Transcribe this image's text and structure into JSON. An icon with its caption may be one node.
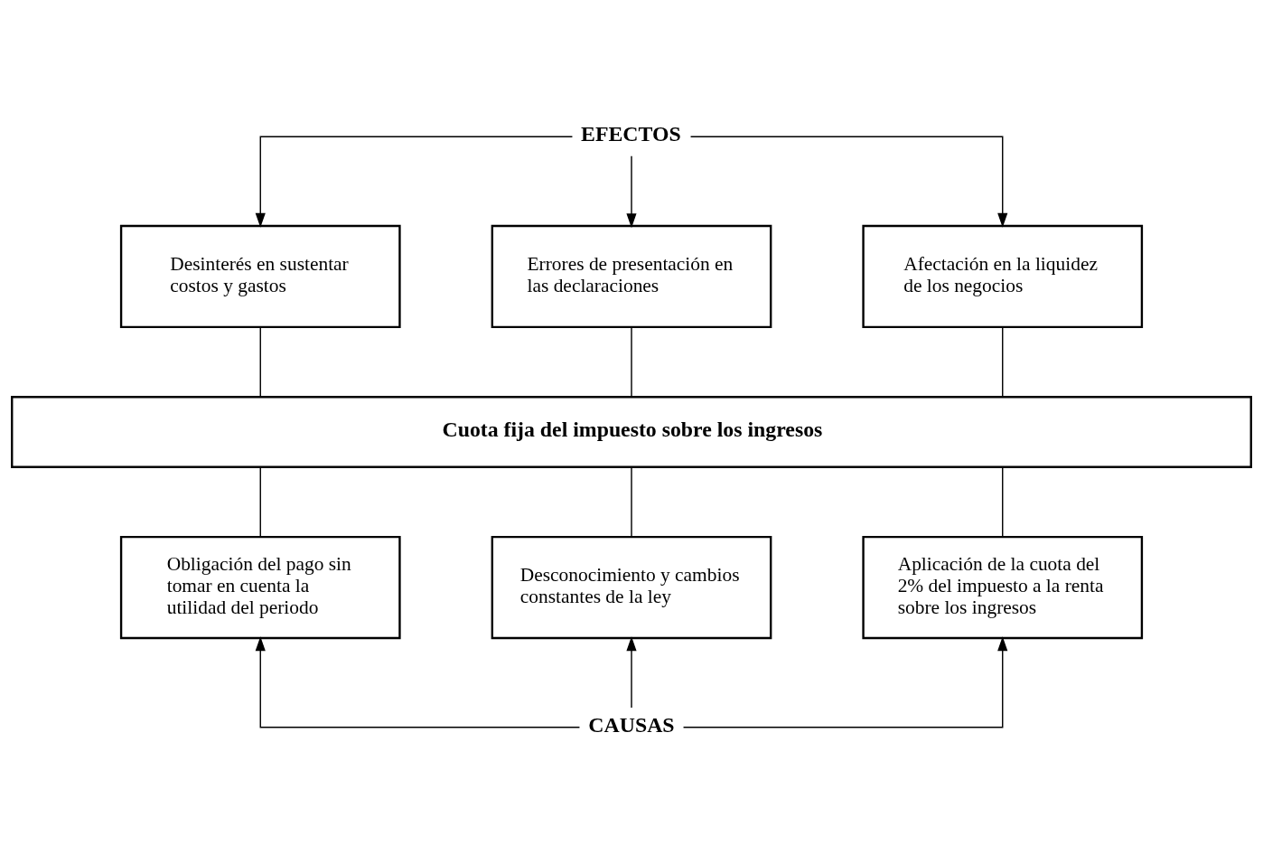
{
  "diagram": {
    "nodes": [
      {
        "text": [
          "EFECTOS"
        ]
      },
      {
        "text": [
          "Desinterés en sustentar costos y gastos"
        ]
      },
      {
        "text": [
          "Errores de presentación en las declaraciones"
        ]
      },
      {
        "text": [
          "Afectación en la liquidez de los negocios"
        ]
      },
      {
        "text": [
          "Cuota fija del impuesto sobre los ingresos"
        ]
      },
      {
        "text": [
          "Obligación del pago sin tomar en cuenta la utilidad del periodo"
        ]
      },
      {
        "text": [
          "Desconocimiento y cambios constantes de la ley"
        ]
      },
      {
        "text": [
          "Aplicación de la cuota del 2% del impuesto a la renta sobre los ingresos"
        ]
      },
      {
        "text": [
          "CAUSAS"
        ]
      }
    ],
    "edges": [
      {
        "from": 0,
        "to": 1,
        "arrow": "to"
      },
      {
        "from": 0,
        "to": 2,
        "arrow": "to"
      },
      {
        "from": 0,
        "to": 3,
        "arrow": "to"
      },
      {
        "from": 1,
        "to": 4,
        "arrow": "none"
      },
      {
        "from": 2,
        "to": 4,
        "arrow": "none"
      },
      {
        "from": 3,
        "to": 4,
        "arrow": "none"
      },
      {
        "from": 4,
        "to": 5,
        "arrow": "none"
      },
      {
        "from": 4,
        "to": 6,
        "arrow": "none"
      },
      {
        "from": 4,
        "to": 7,
        "arrow": "none"
      },
      {
        "from": 8,
        "to": 5,
        "arrow": "to"
      },
      {
        "from": 8,
        "to": 6,
        "arrow": "to"
      },
      {
        "from": 8,
        "to": 7,
        "arrow": "to"
      }
    ]
  }
}
